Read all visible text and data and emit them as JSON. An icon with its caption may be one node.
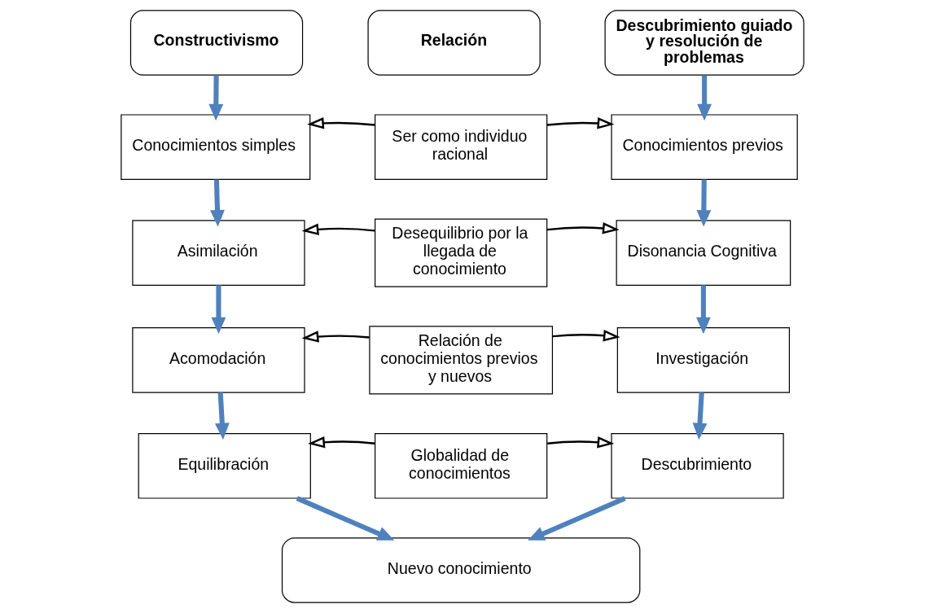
{
  "diagram": {
    "nodes": [
      {
        "text": [
          "Constructivismo"
        ]
      },
      {
        "text": [
          "Relación"
        ]
      },
      {
        "text": [
          "Descubrimiento guiado y resolución de problemas"
        ]
      },
      {
        "text": [
          "Conocimientos simples"
        ]
      },
      {
        "text": [
          "Ser como individuo racional"
        ]
      },
      {
        "text": [
          "Conocimientos previos"
        ]
      },
      {
        "text": [
          "Asimilación"
        ]
      },
      {
        "text": [
          "Desequilibrio por la llegada de conocimiento"
        ]
      },
      {
        "text": [
          "Disonancia Cognitiva"
        ]
      },
      {
        "text": [
          "Acomodación"
        ]
      },
      {
        "text": [
          "Relación de conocimientos previos y nuevos"
        ]
      },
      {
        "text": [
          "Investigación"
        ]
      },
      {
        "text": [
          "Equilibración"
        ]
      },
      {
        "text": [
          "Globalidad de conocimientos"
        ]
      },
      {
        "text": [
          "Descubrimiento"
        ]
      },
      {
        "text": [
          "Nuevo conocimiento"
        ]
      }
    ],
    "edges": [
      {
        "from": 0,
        "to": 3,
        "arrow": "to"
      },
      {
        "from": 3,
        "to": 6,
        "arrow": "to"
      },
      {
        "from": 6,
        "to": 9,
        "arrow": "to"
      },
      {
        "from": 9,
        "to": 12,
        "arrow": "to"
      },
      {
        "from": 12,
        "to": 15,
        "arrow": "to"
      },
      {
        "from": 2,
        "to": 5,
        "arrow": "to"
      },
      {
        "from": 5,
        "to": 8,
        "arrow": "to"
      },
      {
        "from": 8,
        "to": 11,
        "arrow": "to"
      },
      {
        "from": 11,
        "to": 14,
        "arrow": "to"
      },
      {
        "from": 14,
        "to": 15,
        "arrow": "to"
      },
      {
        "from": 4,
        "to": 3,
        "arrow": "to",
        "color": "#000000"
      },
      {
        "from": 4,
        "to": 5,
        "arrow": "to",
        "color": "#000000"
      },
      {
        "from": 7,
        "to": 6,
        "arrow": "to",
        "color": "#000000"
      },
      {
        "from": 7,
        "to": 8,
        "arrow": "to",
        "color": "#000000"
      },
      {
        "from": 10,
        "to": 9,
        "arrow": "to",
        "color": "#000000"
      },
      {
        "from": 10,
        "to": 11,
        "arrow": "to",
        "color": "#000000"
      },
      {
        "from": 13,
        "to": 12,
        "arrow": "to",
        "color": "#000000"
      },
      {
        "from": 13,
        "to": 14,
        "arrow": "to",
        "color": "#000000"
      }
    ]
  }
}
